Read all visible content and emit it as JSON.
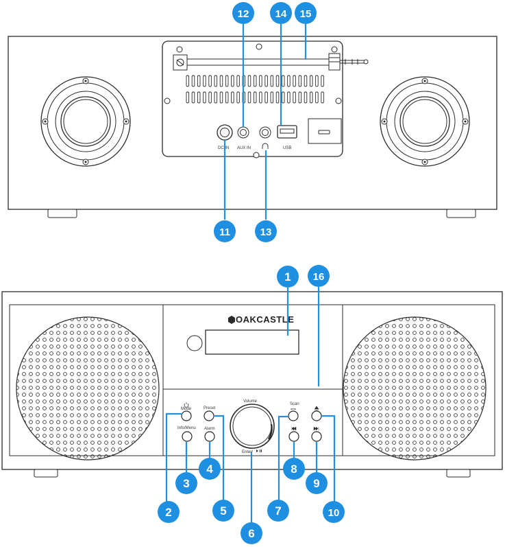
{
  "colors": {
    "callout": "#1E8FE1",
    "outline": "#2a2a2a"
  },
  "back_panel": {
    "port_labels": {
      "dc_in": "DC IN",
      "aux_in": "AUX IN",
      "usb": "USB"
    }
  },
  "front_panel": {
    "brand": "OAKCASTLE",
    "button_labels": {
      "mode": "Mode",
      "info_menu": "Info/Menu",
      "preset": "Preset",
      "alarm": "Alarm",
      "volume": "Volume",
      "enter": "Enter/",
      "scan": "Scan"
    }
  },
  "callouts": [
    "1",
    "2",
    "3",
    "4",
    "5",
    "6",
    "7",
    "8",
    "9",
    "10",
    "11",
    "12",
    "13",
    "14",
    "15",
    "16"
  ]
}
